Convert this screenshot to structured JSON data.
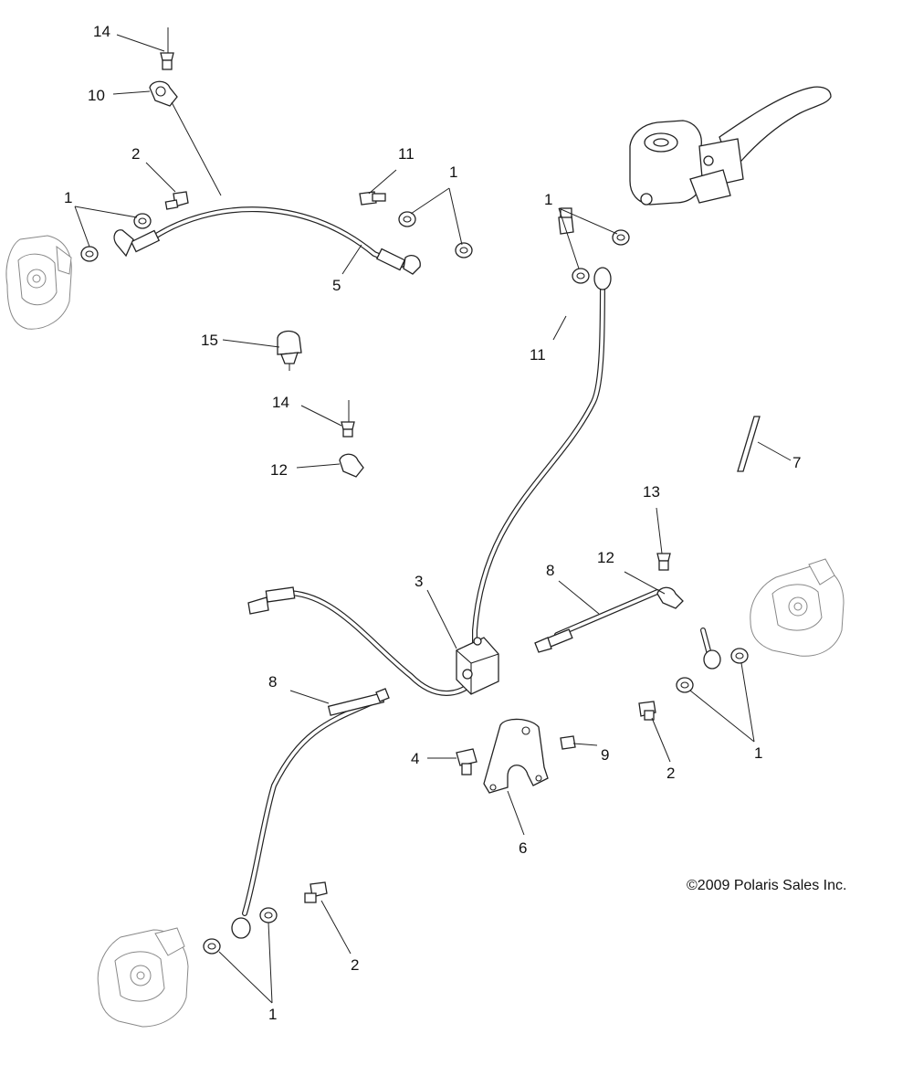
{
  "diagram": {
    "copyright": "©2009 Polaris Sales Inc.",
    "callouts": [
      "14",
      "10",
      "2",
      "1",
      "11",
      "1",
      "5",
      "1",
      "11",
      "15",
      "14",
      "12",
      "7",
      "13",
      "12",
      "8",
      "3",
      "8",
      "4",
      "9",
      "2",
      "1",
      "6",
      "2",
      "1"
    ]
  }
}
